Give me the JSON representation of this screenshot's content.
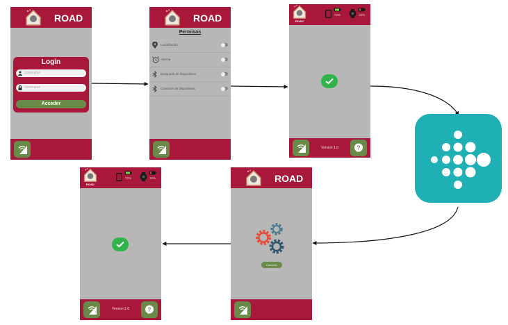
{
  "diagram": {
    "description": "App flow: login, permissions, connected, Fitbit sync, syncing, connected",
    "brand_color": "#a8183a",
    "button_color": "#6a8a4a",
    "screen_bg": "#b7b7b7",
    "success_color": "#2fb34a",
    "fitbit_color": "#1fb0b5"
  },
  "screens": {
    "login": {
      "brand": "ROAD",
      "title": "Login",
      "username_placeholder": "Username",
      "password_placeholder": "Username",
      "submit_label": "Acceder",
      "user_icon": "user-icon",
      "lock_icon": "lock-icon"
    },
    "permissions": {
      "brand": "ROAD",
      "title": "Permisos",
      "items": [
        {
          "label": "Localización",
          "icon": "location-pin-icon",
          "enabled": false
        },
        {
          "label": "Alarma",
          "icon": "alarm-clock-icon",
          "enabled": false
        },
        {
          "label": "Busqueda de dispositivos",
          "icon": "bluetooth-icon",
          "enabled": false
        },
        {
          "label": "Conexión de dispositivos",
          "icon": "bluetooth-icon",
          "enabled": false
        }
      ]
    },
    "connected": {
      "logo_caption": "ROAD",
      "phone_battery": "72%",
      "watch_battery": "16%",
      "version": "Version 1.0",
      "status_icon": "check-icon"
    },
    "fitbit": {
      "icon": "fitbit-logo-icon"
    },
    "syncing": {
      "brand": "ROAD",
      "cancel_label": "Cancelar",
      "icon": "gears-icon"
    },
    "connected_final": {
      "logo_caption": "ROAD",
      "phone_battery": "72%",
      "watch_battery": "16%",
      "version": "Version 1.0",
      "status_icon": "check-icon"
    }
  }
}
